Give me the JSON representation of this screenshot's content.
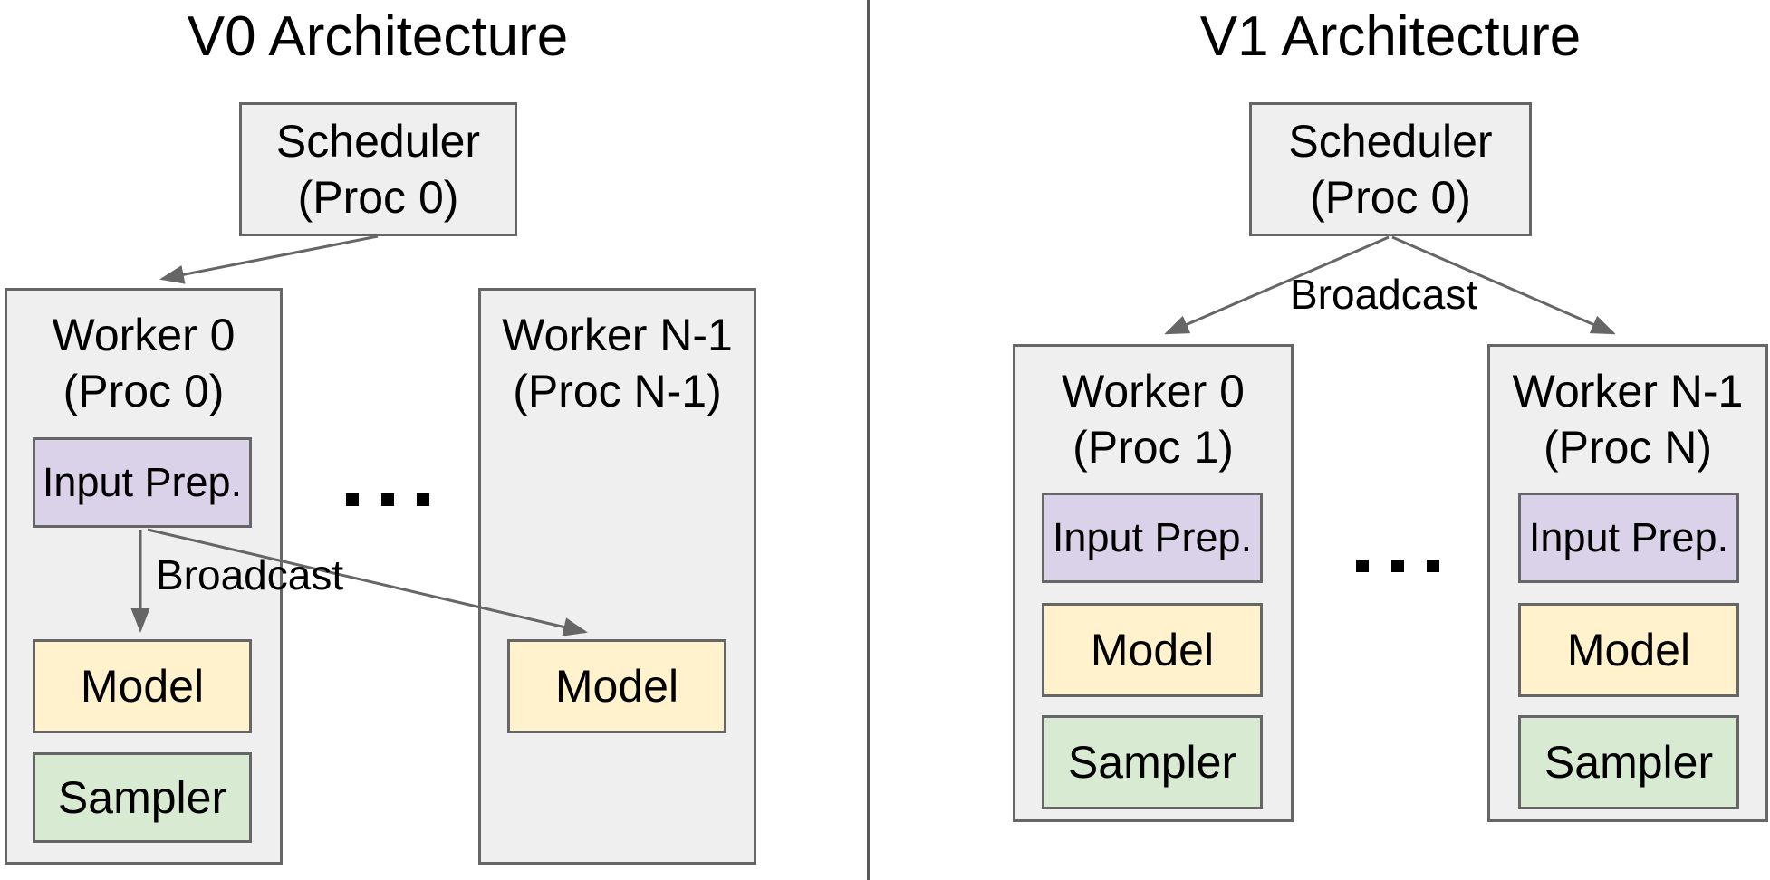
{
  "left": {
    "title": "V0 Architecture",
    "scheduler": {
      "line1": "Scheduler",
      "line2": "(Proc 0)"
    },
    "worker0": {
      "line1": "Worker 0",
      "line2": "(Proc 0)",
      "input_prep": "Input Prep.",
      "model": "Model",
      "sampler": "Sampler"
    },
    "workerN": {
      "line1": "Worker N-1",
      "line2": "(Proc N-1)",
      "model": "Model"
    },
    "broadcast": "Broadcast",
    "ellipsis": ". . ."
  },
  "right": {
    "title": "V1 Architecture",
    "scheduler": {
      "line1": "Scheduler",
      "line2": "(Proc 0)"
    },
    "broadcast": "Broadcast",
    "worker0": {
      "line1": "Worker 0",
      "line2": "(Proc 1)",
      "input_prep": "Input Prep.",
      "model": "Model",
      "sampler": "Sampler"
    },
    "workerN": {
      "line1": "Worker N-1",
      "line2": "(Proc N)",
      "input_prep": "Input Prep.",
      "model": "Model",
      "sampler": "Sampler"
    },
    "ellipsis": ". . ."
  },
  "colors": {
    "box_fill": "#efefef",
    "input_prep_fill": "#d9d2e9",
    "model_fill": "#fff2cc",
    "sampler_fill": "#d9ead3",
    "border": "#666666",
    "arrow": "#666666",
    "divider": "#595959",
    "text": "#000000",
    "background": "#ffffff"
  }
}
